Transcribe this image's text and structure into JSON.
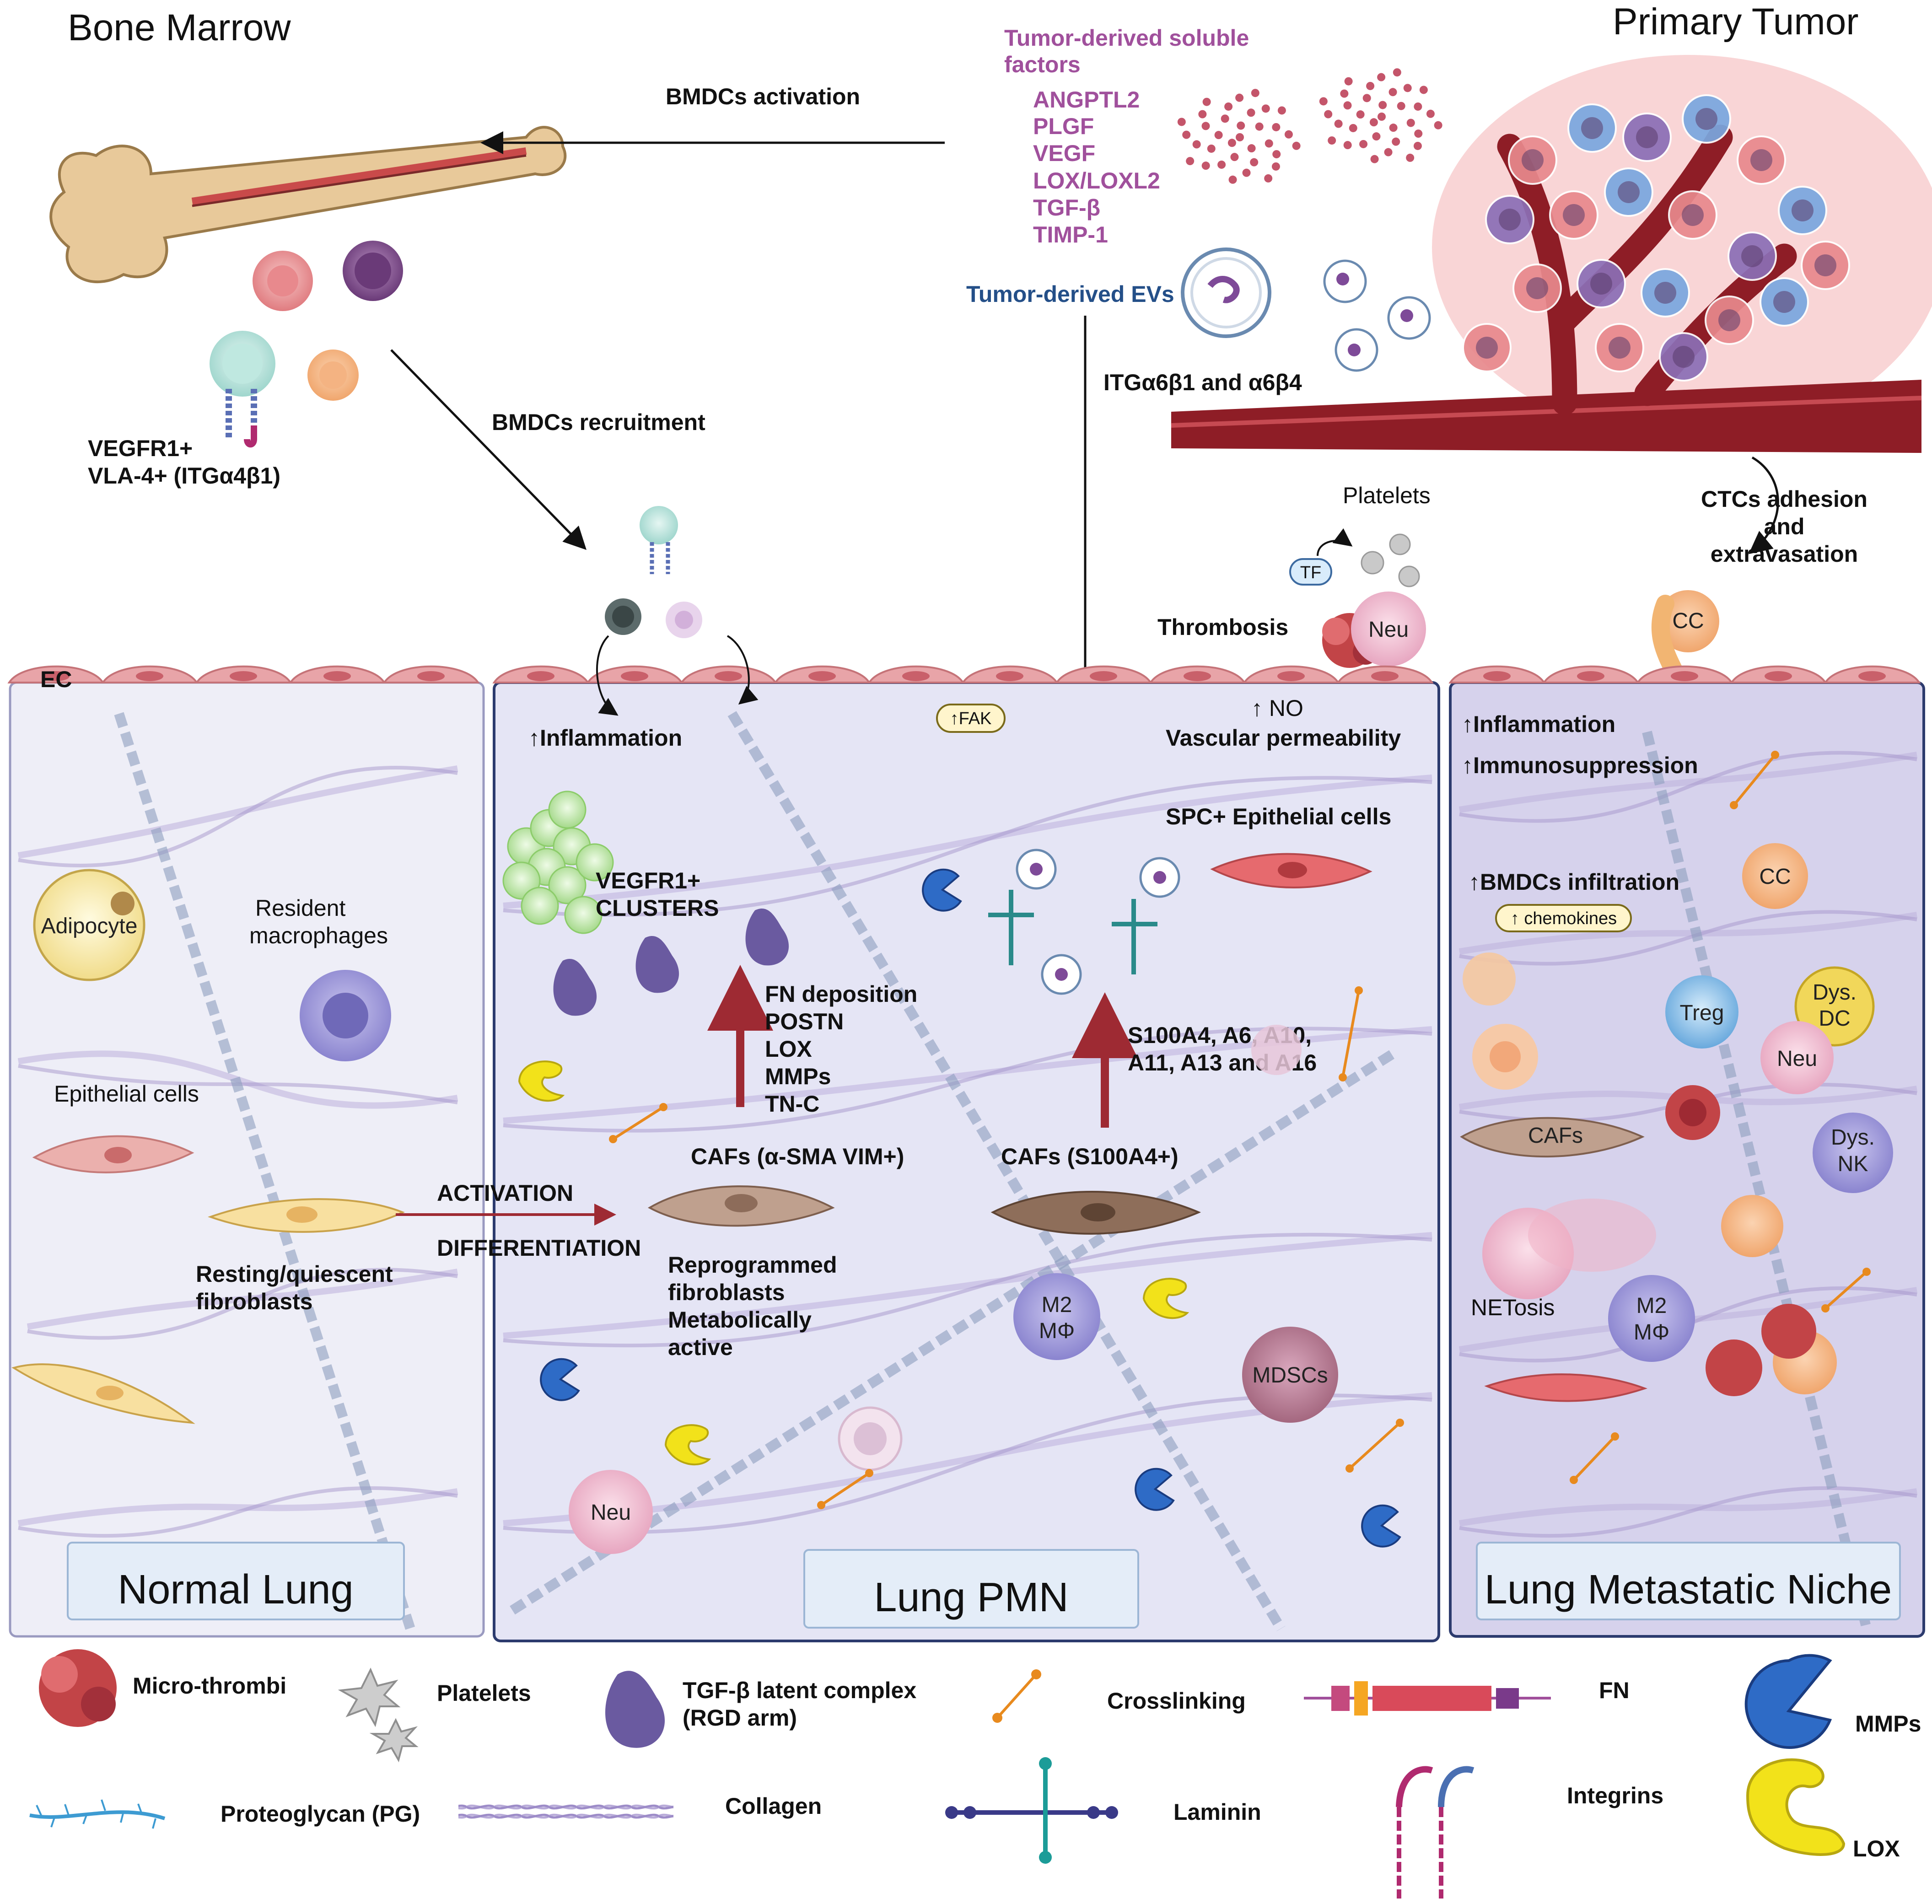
{
  "headings": {
    "bone_marrow": "Bone Marrow",
    "primary_tumor": "Primary Tumor"
  },
  "top": {
    "bmdcs_activation": "BMDCs activation",
    "bmdcs_recruitment": "BMDCs recruitment",
    "bmdc_markers": [
      "VEGFR1+",
      "VLA-4+ (ITGα4β1)"
    ],
    "soluble_factors_title": [
      "Tumor-derived soluble",
      "factors"
    ],
    "soluble_factors": [
      "ANGPTL2",
      "PLGF",
      "VEGF",
      "LOX/LOXL2",
      "TGF-β",
      "TIMP-1"
    ],
    "evs": "Tumor-derived EVs",
    "integrins": "ITGα6β1 and α6β4",
    "platelets": "Platelets",
    "tf": "TF",
    "thrombosis": "Thrombosis",
    "neu": "Neu",
    "ctcs": [
      "CTCs adhesion",
      "and",
      "extravasation"
    ],
    "cc": "CC"
  },
  "normal_lung": {
    "ec": "EC",
    "adipocyte": "Adipocyte",
    "resident_macrophages": [
      "Resident",
      "macrophages"
    ],
    "epithelial_cells": "Epithelial cells",
    "resting_fibroblasts": [
      "Resting/quiescent",
      "fibroblasts"
    ],
    "activation": "ACTIVATION",
    "differentiation": "DIFFERENTIATION",
    "label": "Normal Lung"
  },
  "pmn": {
    "inflammation": "↑Inflammation",
    "fak": "↑FAK",
    "no": "↑ NO",
    "vascular_permeability": "Vascular permeability",
    "spc_epithelial": "SPC+ Epithelial cells",
    "vegfr1_clusters": [
      "VEGFR1+",
      "CLUSTERS"
    ],
    "fn_list": [
      "FN deposition",
      "POSTN",
      "LOX",
      "MMPs",
      "TN-C"
    ],
    "s100_list": [
      "S100A4, A6, A10,",
      "A11, A13 and A16"
    ],
    "cafs_sma": "CAFs (α-SMA VIM+)",
    "cafs_s100": "CAFs (S100A4+)",
    "reprogrammed": [
      "Reprogrammed",
      "fibroblasts",
      "Metabolically",
      "active"
    ],
    "m2": [
      "M2",
      "MΦ"
    ],
    "mdscs": "MDSCs",
    "neu": "Neu",
    "label": "Lung PMN"
  },
  "metastatic": {
    "inflammation": "↑Inflammation",
    "immunosuppression": "↑Immunosuppression",
    "bmdcs_infiltration": "↑BMDCs infiltration",
    "chemokines": "↑ chemokines",
    "cc": "CC",
    "dys_dc": [
      "Dys.",
      "DC"
    ],
    "treg": "Treg",
    "neu": "Neu",
    "cafs": "CAFs",
    "dys_nk": [
      "Dys.",
      "NK"
    ],
    "netosis": "NETosis",
    "m2": [
      "M2",
      "MΦ"
    ],
    "label": "Lung Metastatic Niche"
  },
  "legend": {
    "micro_thrombi": "Micro-thrombi",
    "platelets": "Platelets",
    "tgfb_complex": [
      "TGF-β latent complex",
      "(RGD arm)"
    ],
    "crosslinking": "Crosslinking",
    "fn": "FN",
    "mmps": "MMPs",
    "proteoglycan": "Proteoglycan (PG)",
    "collagen": "Collagen",
    "laminin": "Laminin",
    "integrins": "Integrins",
    "lox": "LOX"
  },
  "colors": {
    "panel_normal": "#eeeef7",
    "panel_pmn": "#e5e5f5",
    "panel_meta": "#d6d2ec",
    "endothelium": "#e8a4a8",
    "vessel": "#8e1d26",
    "mmp_blue": "#2e6bc6",
    "lox_yellow": "#f2e21a",
    "purple_text": "#a0509c",
    "blue_text": "#244f88",
    "arrow_red": "#9e2a33"
  }
}
